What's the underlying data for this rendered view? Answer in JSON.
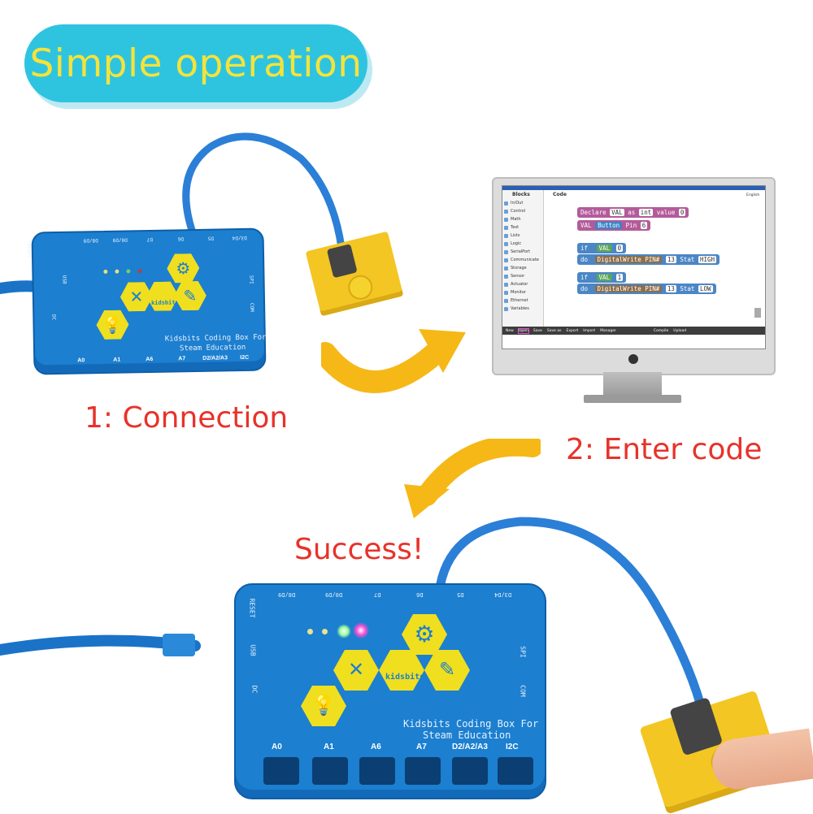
{
  "title": "Simple operation",
  "steps": {
    "connection": "1: Connection",
    "enter_code": "2: Enter code",
    "success": "Success!"
  },
  "device": {
    "caption_line1": "Kidsbits Coding Box For",
    "caption_line2": "Steam Education",
    "logo": "kidsbits",
    "ports_bottom": [
      "A0",
      "A1",
      "A6",
      "A7",
      "D2/A2/A3",
      "I2C"
    ],
    "ports_top": [
      "D8/D9",
      "D0/D9",
      "D7",
      "D6",
      "D5",
      "D3/D4"
    ],
    "side_labels": [
      "RESET",
      "USB",
      "DC",
      "SPI",
      "COM"
    ]
  },
  "software": {
    "sidebar_header": "Blocks",
    "tab": "Code",
    "sidebar_items": [
      "In/Out",
      "Control",
      "Math",
      "Text",
      "Lists",
      "Logic",
      "SerialPort",
      "Communicate",
      "Storage",
      "Sensor",
      "Actuator",
      "Monitor",
      "Ethernet",
      "Variables"
    ],
    "blocks": {
      "declare": "Declare",
      "var": "VAL",
      "as": "as",
      "type": "int",
      "value": "value",
      "zero": "0",
      "button": "Button",
      "pin": "Pin",
      "pin_value": "6",
      "if": "if",
      "do": "do",
      "digital_write": "DigitalWrite PIN#",
      "pin13": "13",
      "stat": "Stat",
      "high": "HIGH",
      "low": "LOW",
      "eq_zero": "0",
      "eq_one": "1"
    },
    "toolbar": [
      "New",
      "Open",
      "Save",
      "Save as",
      "Export",
      "Import",
      "Manager",
      "Compile",
      "Upload"
    ],
    "language": "English"
  },
  "colors": {
    "accent_cyan": "#2ec4e0",
    "title_yellow": "#f5e33a",
    "label_red": "#e8322a",
    "box_blue": "#1c7fd0",
    "arrow_yellow": "#f6b817"
  }
}
